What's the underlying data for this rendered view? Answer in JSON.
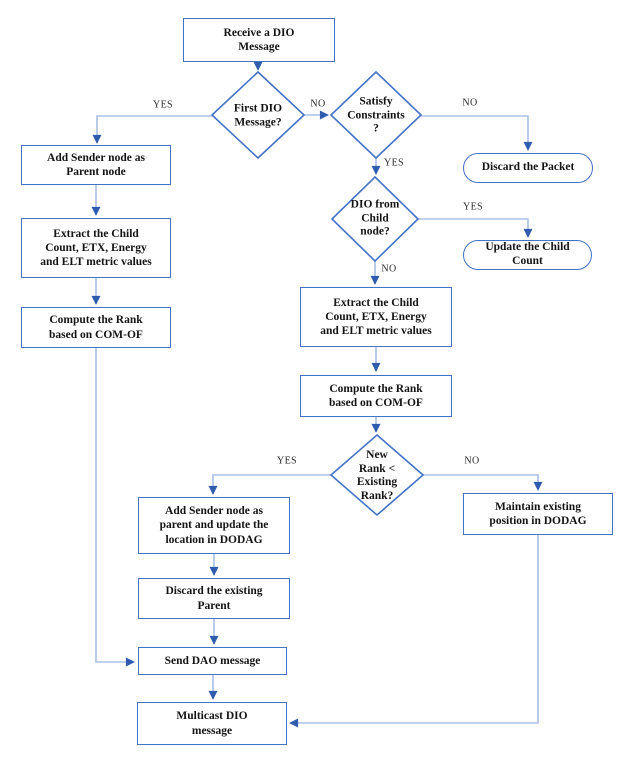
{
  "diagram": {
    "nodes": {
      "receive": "Receive a DIO\nMessage",
      "first_dio": "First DIO\nMessage?",
      "satisfy": "Satisfy\nConstraints\n?",
      "discard_packet": "Discard the Packet",
      "dio_from_child": "DIO from\nChild\nnode?",
      "update_count": "Update the Child\nCount",
      "add_sender_parent": "Add Sender node as\nParent node",
      "extract_left": "Extract the Child\nCount, ETX, Energy\nand ELT metric values",
      "compute_left": "Compute the Rank\nbased on COM-OF",
      "extract_mid": "Extract the Child\nCount, ETX, Energy\nand ELT metric values",
      "compute_mid": "Compute the Rank\nbased on COM-OF",
      "new_rank": "New\nRank <\nExisting\nRank?",
      "add_sender_dodag": "Add Sender node as\nparent and update the\nlocation in DODAG",
      "discard_parent": "Discard the existing\nParent",
      "send_dao": "Send DAO message",
      "multicast": "Multicast DIO\nmessage",
      "maintain": "Maintain existing\nposition in DODAG"
    },
    "edge_labels": {
      "first_yes": "YES",
      "first_no": "NO",
      "satisfy_no": "NO",
      "satisfy_yes": "YES",
      "child_yes": "YES",
      "child_no": "NO",
      "rank_yes": "YES",
      "rank_no": "NO"
    },
    "colors": {
      "node_border": "#4472C4",
      "connector": "#A9C0E5",
      "arrowhead": "#2F5CAD",
      "text": "#141414",
      "label_text": "#2b2b2b"
    }
  }
}
